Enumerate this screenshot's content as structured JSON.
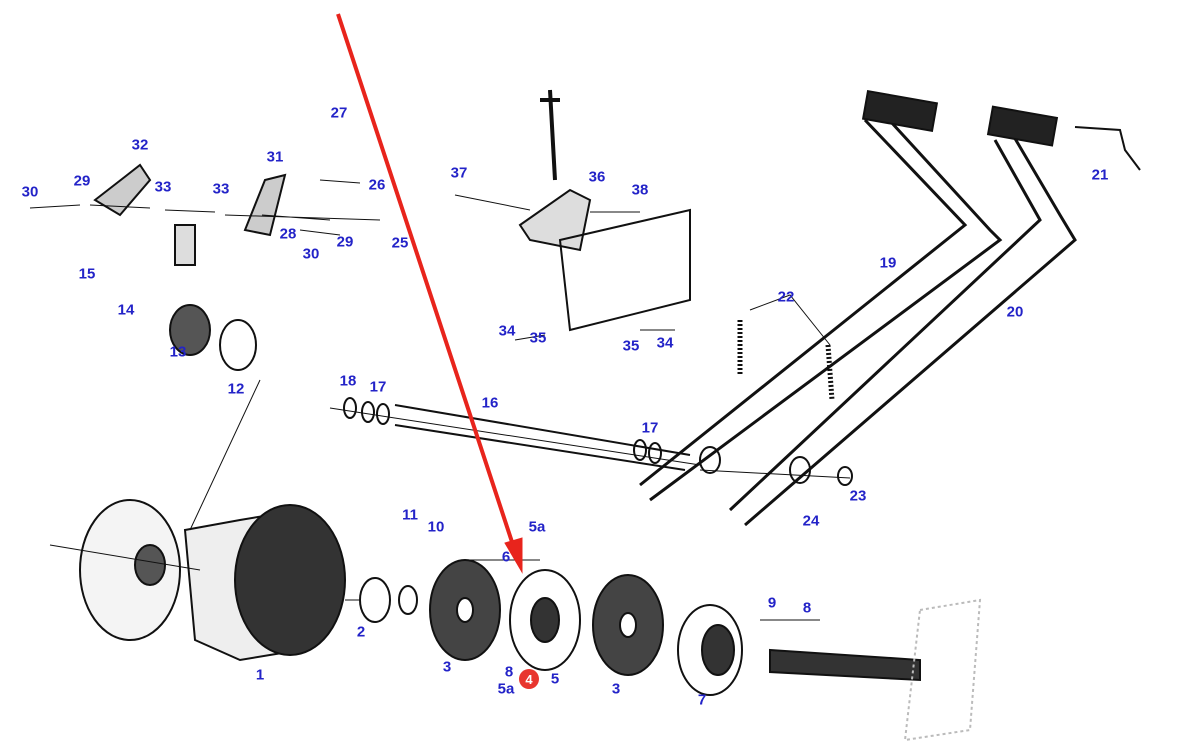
{
  "colors": {
    "label": "#2323c8",
    "arrow": "#e8241c",
    "badge": "#e8362f",
    "line": "#111111"
  },
  "labels": [
    {
      "id": "p27",
      "text": "27"
    },
    {
      "id": "p32",
      "text": "32"
    },
    {
      "id": "p31",
      "text": "31"
    },
    {
      "id": "p30a",
      "text": "30"
    },
    {
      "id": "p29a",
      "text": "29"
    },
    {
      "id": "p33a",
      "text": "33"
    },
    {
      "id": "p33b",
      "text": "33"
    },
    {
      "id": "p26",
      "text": "26"
    },
    {
      "id": "p37",
      "text": "37"
    },
    {
      "id": "p36",
      "text": "36"
    },
    {
      "id": "p38",
      "text": "38"
    },
    {
      "id": "p21",
      "text": "21"
    },
    {
      "id": "p28",
      "text": "28"
    },
    {
      "id": "p29b",
      "text": "29"
    },
    {
      "id": "p30b",
      "text": "30"
    },
    {
      "id": "p25",
      "text": "25"
    },
    {
      "id": "p15",
      "text": "15"
    },
    {
      "id": "p14",
      "text": "14"
    },
    {
      "id": "p13",
      "text": "13"
    },
    {
      "id": "p12",
      "text": "12"
    },
    {
      "id": "p19",
      "text": "19"
    },
    {
      "id": "p20",
      "text": "20"
    },
    {
      "id": "p22",
      "text": "22"
    },
    {
      "id": "p34a",
      "text": "34"
    },
    {
      "id": "p35a",
      "text": "35"
    },
    {
      "id": "p35b",
      "text": "35"
    },
    {
      "id": "p34b",
      "text": "34"
    },
    {
      "id": "p18",
      "text": "18"
    },
    {
      "id": "p17a",
      "text": "17"
    },
    {
      "id": "p16",
      "text": "16"
    },
    {
      "id": "p17b",
      "text": "17"
    },
    {
      "id": "p23",
      "text": "23"
    },
    {
      "id": "p24",
      "text": "24"
    },
    {
      "id": "p11",
      "text": "11"
    },
    {
      "id": "p10",
      "text": "10"
    },
    {
      "id": "p5a1",
      "text": "5a"
    },
    {
      "id": "p6",
      "text": "6"
    },
    {
      "id": "p9",
      "text": "9"
    },
    {
      "id": "p8a",
      "text": "8"
    },
    {
      "id": "p2",
      "text": "2"
    },
    {
      "id": "p3a",
      "text": "3"
    },
    {
      "id": "p8b",
      "text": "8"
    },
    {
      "id": "p5",
      "text": "5"
    },
    {
      "id": "p5a2",
      "text": "5a"
    },
    {
      "id": "p3b",
      "text": "3"
    },
    {
      "id": "p7",
      "text": "7"
    },
    {
      "id": "p1",
      "text": "1"
    }
  ],
  "highlight": {
    "text": "4"
  }
}
